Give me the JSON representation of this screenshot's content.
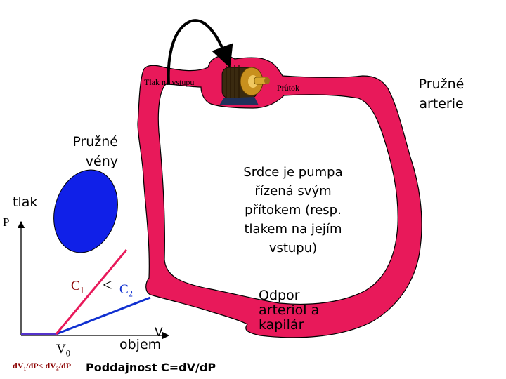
{
  "colors": {
    "vessel": "#E8195A",
    "outline": "#000000",
    "venous_blob": "#1020E8",
    "pressure_line": "#E8195A",
    "compliance_line_2": "#1030D0",
    "baseline": "#5533CC",
    "axis": "#000000",
    "dark_red_text": "#8B0000"
  },
  "icons": [
    "pump-motor-icon",
    "curved-arrow-icon"
  ],
  "labels": {
    "inlet_pressure": "Tlak na vstupu",
    "inflow": "Průtok",
    "elastic_arteries": "Pružné\narterie",
    "elastic_veins": "Pružné\nvény",
    "heart_description": "Srdce je pumpa\nřízená svým\npřítokem (resp.\ntlakem na jejím\nvstupu)",
    "resistance": "Odpor\narteriol a\nkapilár"
  },
  "graph": {
    "y_label_word": "tlak",
    "y_axis_symbol": "P",
    "x_axis_symbol": "V",
    "x_label_word": "objem",
    "v0_base": "V",
    "v0_sub": "0",
    "c1_base": "C",
    "c1_sub": "1",
    "less_than": "<",
    "c2_base": "C",
    "c2_sub": "2",
    "formula_parts": [
      "d",
      "V",
      "1",
      "/d",
      "P",
      "< d",
      "V",
      "2",
      "/d",
      "P"
    ],
    "compliance_formula": "Poddajnost C=dV/dP"
  }
}
